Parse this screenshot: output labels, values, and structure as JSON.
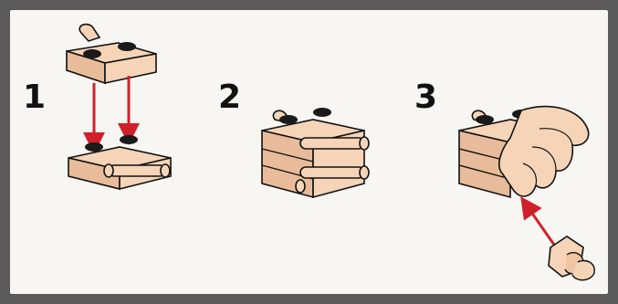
{
  "steps": [
    {
      "number": "1"
    },
    {
      "number": "2"
    },
    {
      "number": "3"
    }
  ],
  "colors": {
    "brick": "#f6d4b8",
    "brick_shade": "#e8bc9a",
    "outline": "#111111",
    "stud": "#1a1a1a",
    "arrow": "#d0212a",
    "frame": "#5a5a5a",
    "background": "#f7f6f3"
  },
  "icons": [
    "plate-with-clip",
    "plate-with-handles",
    "hand-pointer"
  ]
}
